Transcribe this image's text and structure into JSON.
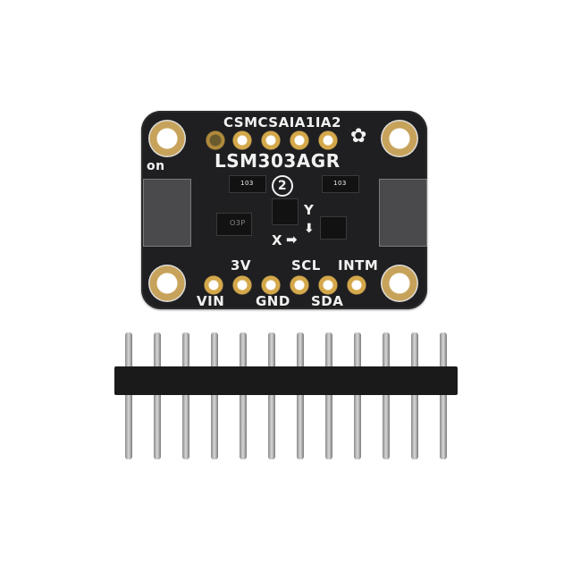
{
  "product": {
    "chip_label": "LSM303AGR",
    "top_pins_label": "CSMCSAIA1IA2",
    "power_led_label": "on",
    "stemma_logo": "2",
    "axis_labels": {
      "x": "X",
      "y": "Y"
    },
    "bottom_pins": {
      "upper_labels": [
        "3V",
        "SCL",
        "INTM"
      ],
      "lower_labels": [
        "VIN",
        "GND",
        "SDA"
      ]
    },
    "resistor_marking": "103",
    "regulator_marking": "O3P",
    "header_pin_count": 12,
    "colors": {
      "pcb": "#1f1f21",
      "pad_gold": "#d4a84a",
      "silkscreen": "#f2f2f2",
      "header_plastic": "#1a1a1a",
      "pin_metal": "#c0c0c0",
      "background": "#ffffff"
    }
  }
}
